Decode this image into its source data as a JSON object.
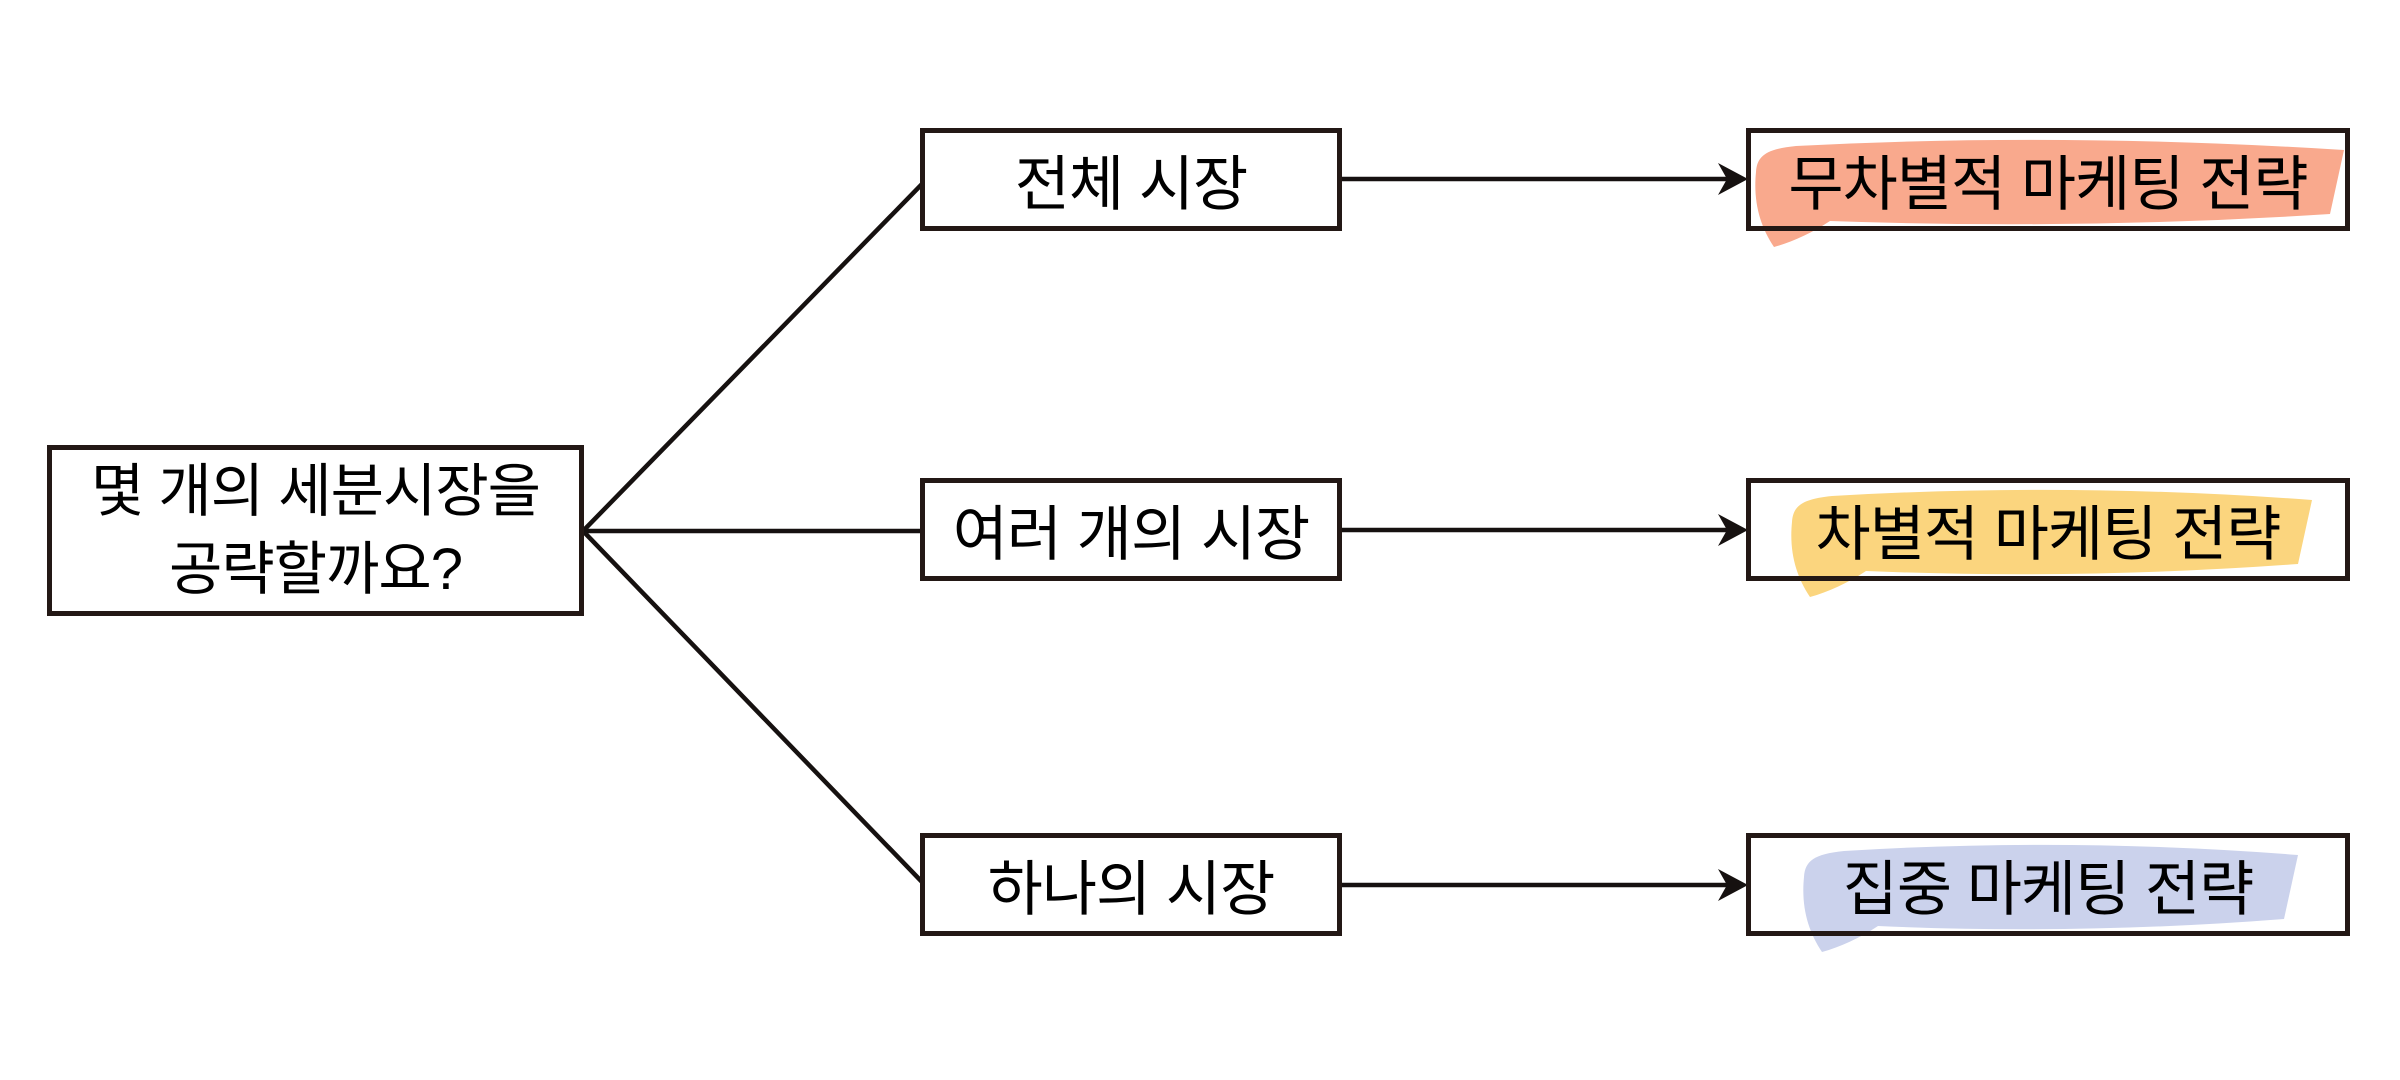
{
  "diagram": {
    "question": {
      "line1": "몇 개의 세분시장을",
      "line2": "공략할까요?"
    },
    "rows": [
      {
        "option": "전체 시장",
        "strategy": "무차별적 마케팅 전략",
        "highlight_color": "#F9A98D"
      },
      {
        "option": "여러 개의 시장",
        "strategy": "차별적 마케팅 전략",
        "highlight_color": "#FBD57E"
      },
      {
        "option": "하나의 시장",
        "strategy": "집중 마케팅 전략",
        "highlight_color": "#CBD2EC"
      }
    ],
    "colors": {
      "box_border": "#231815",
      "connector": "#161110",
      "text": "#000000",
      "background": "#ffffff"
    }
  }
}
